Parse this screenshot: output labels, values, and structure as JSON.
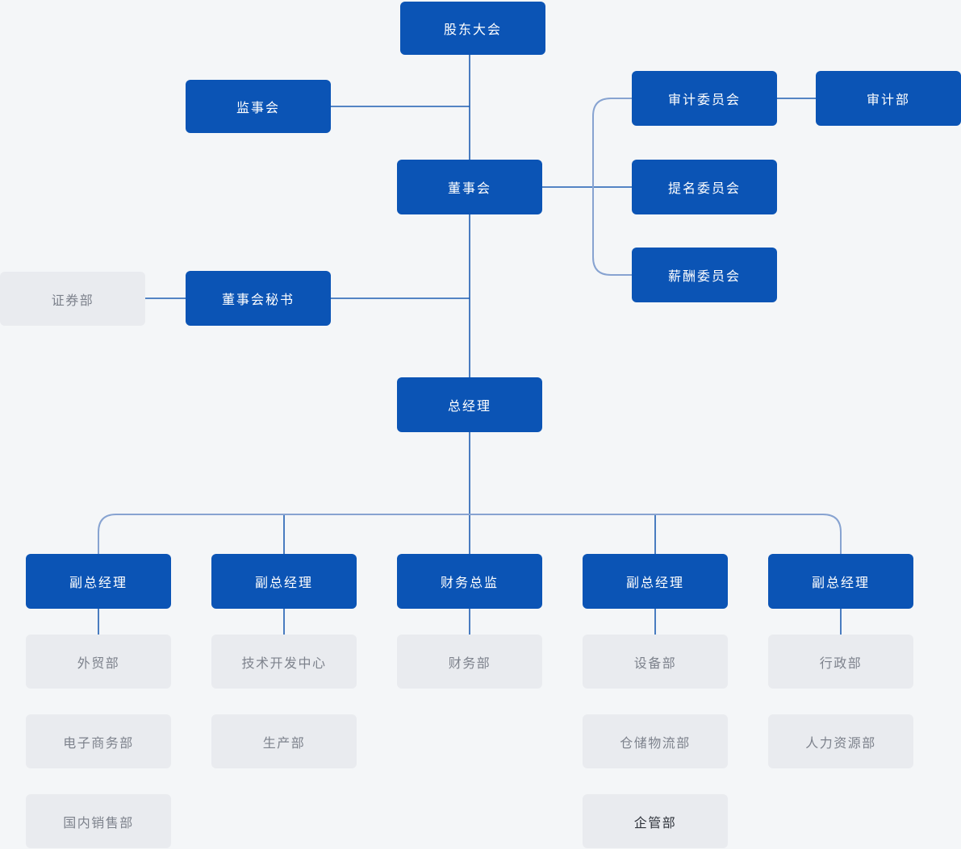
{
  "colors": {
    "canvas_bg": "#f4f6f8",
    "node_primary": "#0b54b5",
    "node_primary_text": "#ffffff",
    "node_secondary": "#e9ebef",
    "node_secondary_text": "#7d828c",
    "node_secondary_text_active": "#2f333b",
    "connector_dark": "#1e5eb2",
    "connector_light": "#87a3d1"
  },
  "nodes": {
    "shareholders_meeting": {
      "label": "股东大会"
    },
    "supervisory_board": {
      "label": "监事会"
    },
    "board_of_directors": {
      "label": "董事会"
    },
    "audit_committee": {
      "label": "审计委员会"
    },
    "audit_department": {
      "label": "审计部"
    },
    "nomination_committee": {
      "label": "提名委员会"
    },
    "compensation_committee": {
      "label": "薪酬委员会"
    },
    "securities_department": {
      "label": "证券部"
    },
    "board_secretary": {
      "label": "董事会秘书"
    },
    "general_manager": {
      "label": "总经理"
    },
    "vp_trade": {
      "label": "副总经理"
    },
    "vp_tech": {
      "label": "副总经理"
    },
    "finance_director": {
      "label": "财务总监"
    },
    "vp_operations": {
      "label": "副总经理"
    },
    "vp_admin": {
      "label": "副总经理"
    },
    "foreign_trade_dept": {
      "label": "外贸部"
    },
    "ecommerce_dept": {
      "label": "电子商务部"
    },
    "domestic_sales_dept": {
      "label": "国内销售部"
    },
    "tech_development_center": {
      "label": "技术开发中心"
    },
    "production_dept": {
      "label": "生产部"
    },
    "finance_dept": {
      "label": "财务部"
    },
    "equipment_dept": {
      "label": "设备部"
    },
    "warehouse_logistics_dept": {
      "label": "仓储物流部"
    },
    "enterprise_mgmt_dept": {
      "label": "企管部"
    },
    "administration_dept": {
      "label": "行政部"
    },
    "human_resources_dept": {
      "label": "人力资源部"
    }
  }
}
